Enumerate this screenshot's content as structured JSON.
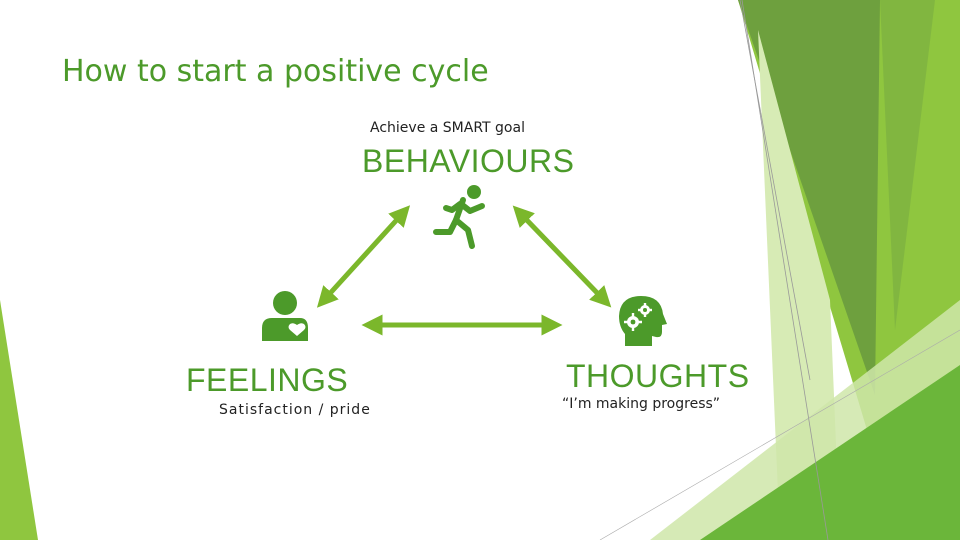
{
  "slide": {
    "title": "How to start a positive cycle",
    "accent_color": "#4c9a2a",
    "arrow_color": "#7bb72b"
  },
  "nodes": {
    "behaviours": {
      "label": "BEHAVIOURS",
      "caption": "Achieve a SMART goal",
      "icon": "running-person-icon"
    },
    "feelings": {
      "label": "FEELINGS",
      "caption": "Satisfaction / pride",
      "icon": "person-heart-icon"
    },
    "thoughts": {
      "label": "THOUGHTS",
      "caption": "“I’m making progress”",
      "icon": "head-gears-icon"
    }
  }
}
